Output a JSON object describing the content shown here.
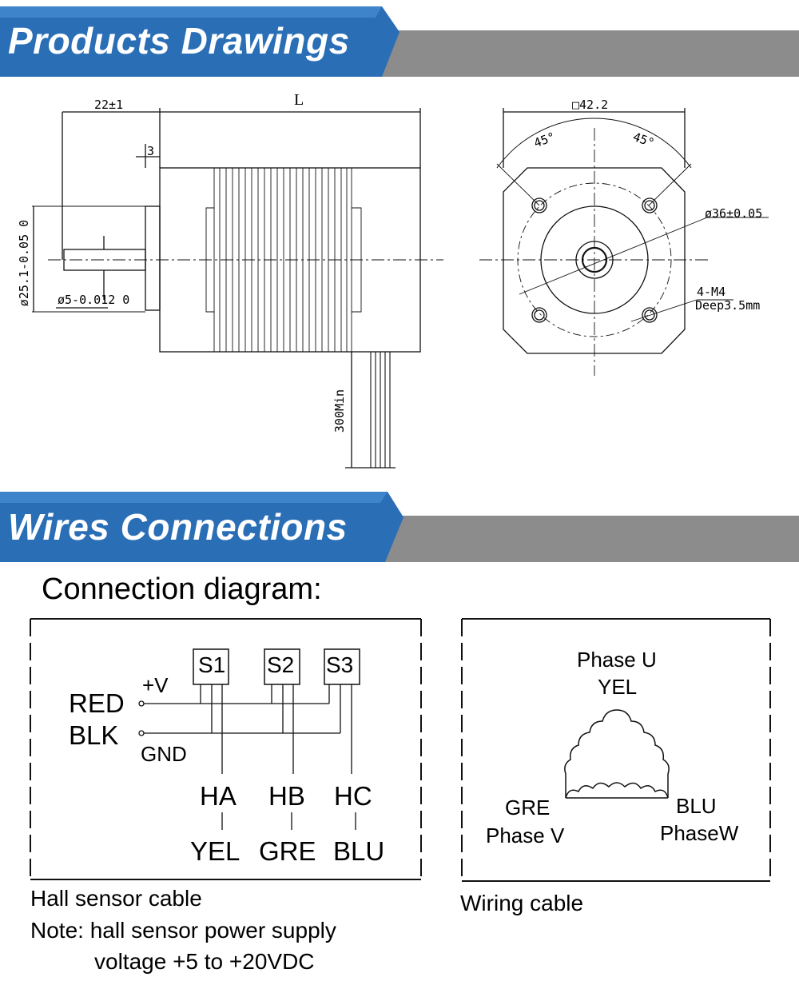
{
  "banners": {
    "drawings_title": "Products Drawings",
    "wires_title": "Wires Connections",
    "colors": {
      "blue": "#2a6eb6",
      "blue_light": "#3d86cf",
      "gray": "#8c8c8c"
    }
  },
  "drawing": {
    "side_view": {
      "shaft_length": "22±1",
      "body_length": "L",
      "flange": "3",
      "pilot_diameter": "ø25.1-0.05 0",
      "shaft_diameter": "ø5-0.012 0",
      "lead_length": "300Min"
    },
    "front_view": {
      "square": "□42.2",
      "angle_left": "45°",
      "angle_right": "45°",
      "bolt_circle": "ø36±0.05",
      "thread": "4-M4",
      "thread_depth": "Deep3.5mm"
    }
  },
  "connection": {
    "heading": "Connection diagram:",
    "hall": {
      "sensors": [
        "S1",
        "S2",
        "S3"
      ],
      "vplus": "+V",
      "gnd": "GND",
      "red": "RED",
      "blk": "BLK",
      "outputs": [
        "HA",
        "HB",
        "HC"
      ],
      "colors": [
        "YEL",
        "GRE",
        "BLU"
      ]
    },
    "phase": {
      "u_label": "Phase U",
      "u_color": "YEL",
      "v_color": "GRE",
      "v_label": "Phase V",
      "w_color": "BLU",
      "w_label": "PhaseW"
    },
    "captions": {
      "hall_cable": "Hall sensor cable",
      "note_line1": "Note: hall sensor power supply",
      "note_line2": "voltage +5 to +20VDC",
      "wiring_cable": "Wiring cable"
    }
  }
}
